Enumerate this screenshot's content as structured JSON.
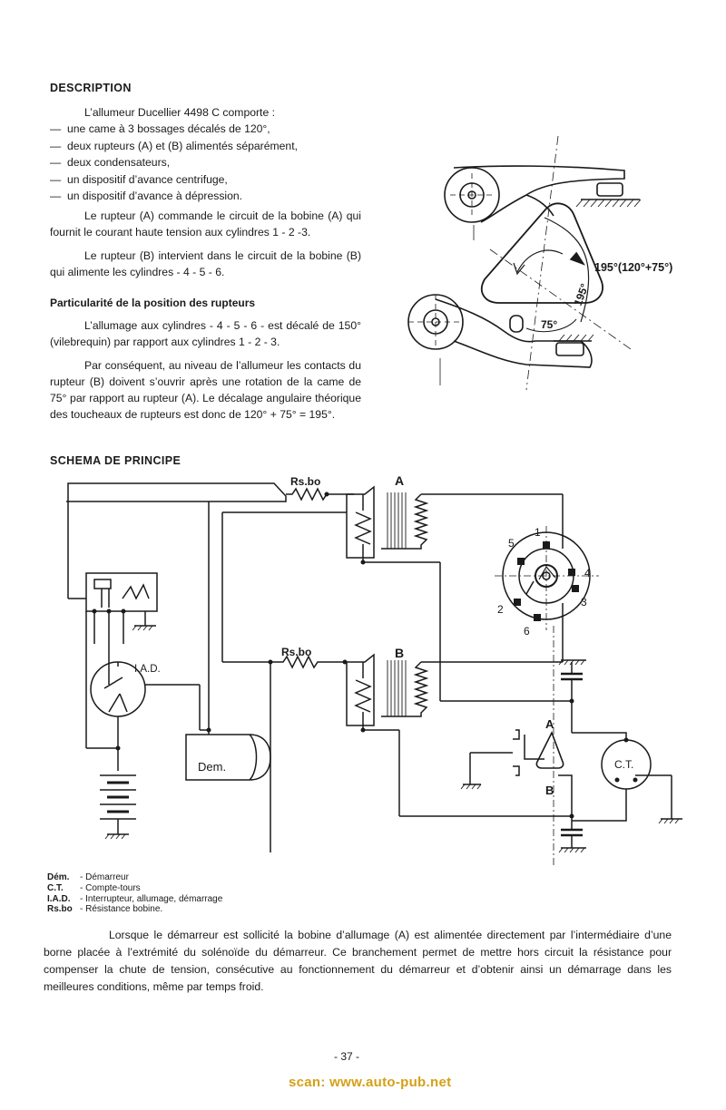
{
  "description": {
    "title": "DESCRIPTION",
    "intro": "L’allumeur Ducellier 4498 C comporte :",
    "items": [
      "une came à 3 bossages décalés de 120°,",
      "deux rupteurs (A) et (B) alimentés séparément,",
      "deux condensateurs,",
      "un dispositif d’avance centrifuge,",
      "un dispositif d’avance à dépression."
    ],
    "para1": "Le rupteur (A) commande le circuit de la bobine (A) qui fournit le courant haute tension aux cylindres 1 - 2 -3.",
    "para2": "Le rupteur (B) intervient dans le circuit de la bobine (B) qui alimente les cylindres - 4 - 5 - 6."
  },
  "particularite": {
    "title": "Particularité de la position des rupteurs",
    "para1": "L’allumage aux cylindres - 4 - 5 - 6 - est décalé de 150° (vilebrequin) par rapport aux cylindres 1 - 2 - 3.",
    "para2": "Par conséquent, au niveau de l’allumeur les contacts du rupteur (B) doivent s’ouvrir après une rotation de la came de 75° par rapport au rupteur (A). Le décalage angulaire théorique des toucheaux de rupteurs est donc de 120° + 75° = 195°."
  },
  "cam_figure": {
    "label_total": "195°(120°+75°)",
    "label_195": "195°",
    "label_75": "75°"
  },
  "schema": {
    "title": "SCHEMA DE PRINCIPE",
    "rsbo_top": "Rs.bo",
    "rsbo_bottom": "Rs.bo",
    "coil_a": "A",
    "coil_b": "B",
    "iad": "I.A.D.",
    "dem": "Dem.",
    "ct": "C.T.",
    "rupteur_a": "A",
    "rupteur_b": "B",
    "cylinders": [
      "1",
      "2",
      "3",
      "4",
      "5",
      "6"
    ]
  },
  "legend": [
    {
      "key": "Dém.",
      "value": "Démarreur"
    },
    {
      "key": "C.T.",
      "value": "Compte-tours"
    },
    {
      "key": "I.A.D.",
      "value": "Interrupteur, allumage, démarrage"
    },
    {
      "key": "Rs.bo",
      "value": "Résistance bobine."
    }
  ],
  "conclusion": "Lorsque le démarreur est sollicité la bobine d’allumage (A) est alimentée directement par l’intermédiaire d’une borne placée à l’extrémité du solénoïde du démarreur. Ce branchement permet de mettre hors circuit la résistance pour compenser la chute de tension, consécutive au fonctionnement du démarreur et d’obtenir ainsi un démarrage dans les meilleures conditions, même par temps froid.",
  "page_number": "- 37 -",
  "watermark": "scan: www.auto-pub.net"
}
